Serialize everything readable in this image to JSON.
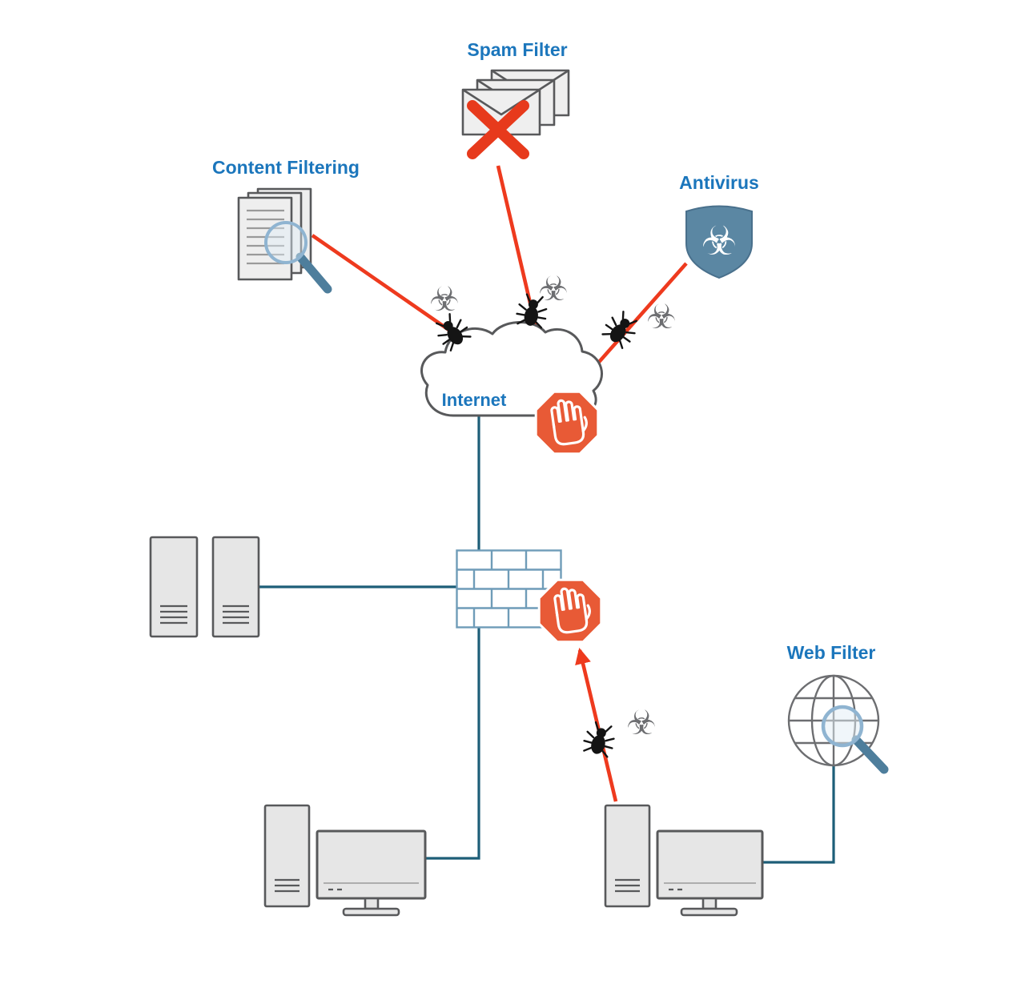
{
  "diagram": {
    "labels": {
      "spam_filter": "Spam Filter",
      "content_filtering": "Content Filtering",
      "antivirus": "Antivirus",
      "internet": "Internet",
      "web_filter": "Web Filter"
    },
    "glyphs": {
      "biohazard": "☣"
    },
    "colors": {
      "label_blue": "#1b76bc",
      "arrow_red": "#ee3a1e",
      "blocked_x_red": "#e73a1c",
      "stop_sign_orange": "#e85a36",
      "network_line_teal": "#1d5e78",
      "icon_outline_gray": "#58595b",
      "icon_fill_gray": "#e6e6e6",
      "shield_blue": "#5b87a3",
      "firewall_brick_blue": "#6f9cb8",
      "magnifier_lens_blue": "#8fb4d1",
      "magnifier_handle_blue": "#4e7e9c",
      "biohazard_gray": "#6d6e71"
    }
  }
}
